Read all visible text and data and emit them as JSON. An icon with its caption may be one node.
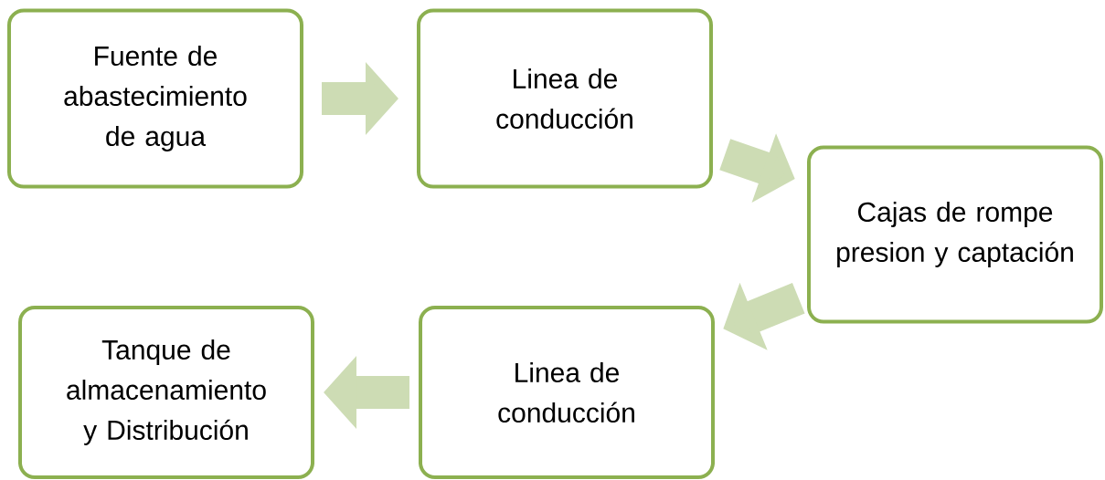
{
  "diagram": {
    "nodes": [
      {
        "text": [
          "Fuente de abastecimiento de agua"
        ]
      },
      {
        "text": [
          "Linea de conducción"
        ]
      },
      {
        "text": [
          "Cajas de rompe presion y captación"
        ]
      },
      {
        "text": [
          "Linea de conducción"
        ]
      },
      {
        "text": [
          "Tanque de almacenamiento y Distribución"
        ]
      }
    ],
    "edges": [
      {
        "from": 0,
        "to": 1,
        "arrow": "to"
      },
      {
        "from": 1,
        "to": 2,
        "arrow": "to"
      },
      {
        "from": 2,
        "to": 3,
        "arrow": "to"
      },
      {
        "from": 3,
        "to": 4,
        "arrow": "to"
      }
    ]
  }
}
